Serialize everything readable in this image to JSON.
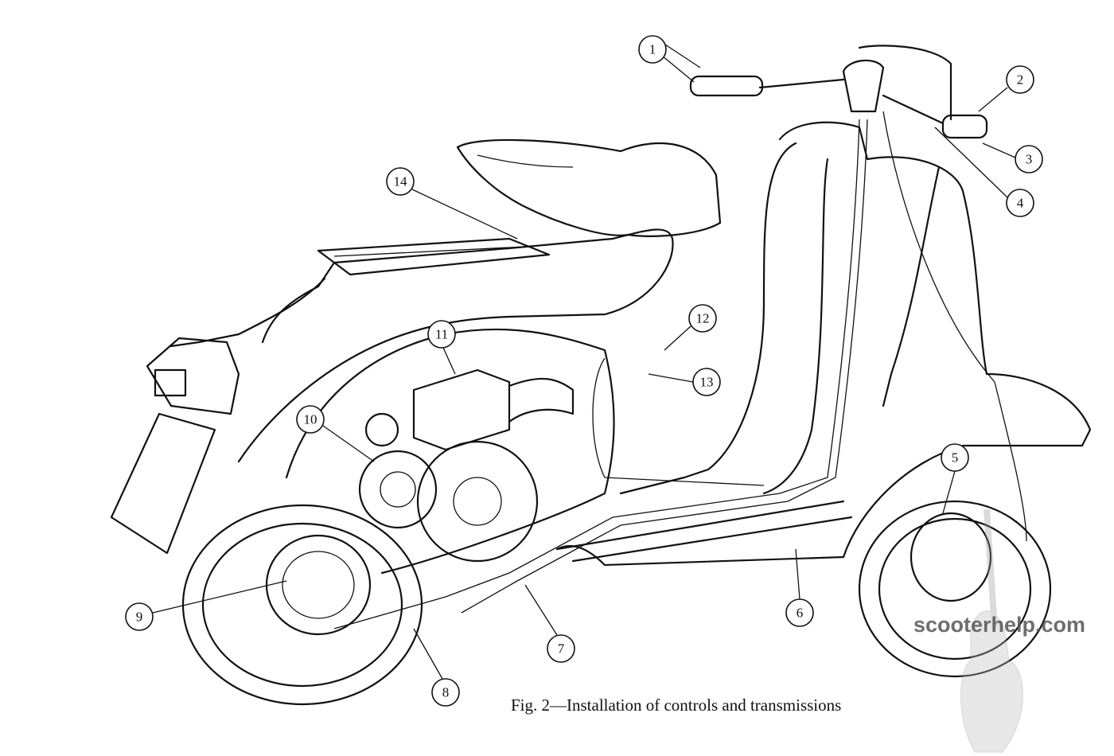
{
  "figure": {
    "caption": "Fig. 2—Installation of controls and transmissions",
    "watermark": "scooterhelp.com",
    "callouts": [
      "1",
      "2",
      "3",
      "4",
      "5",
      "6",
      "7",
      "8",
      "9",
      "10",
      "11",
      "12",
      "13",
      "14"
    ]
  }
}
